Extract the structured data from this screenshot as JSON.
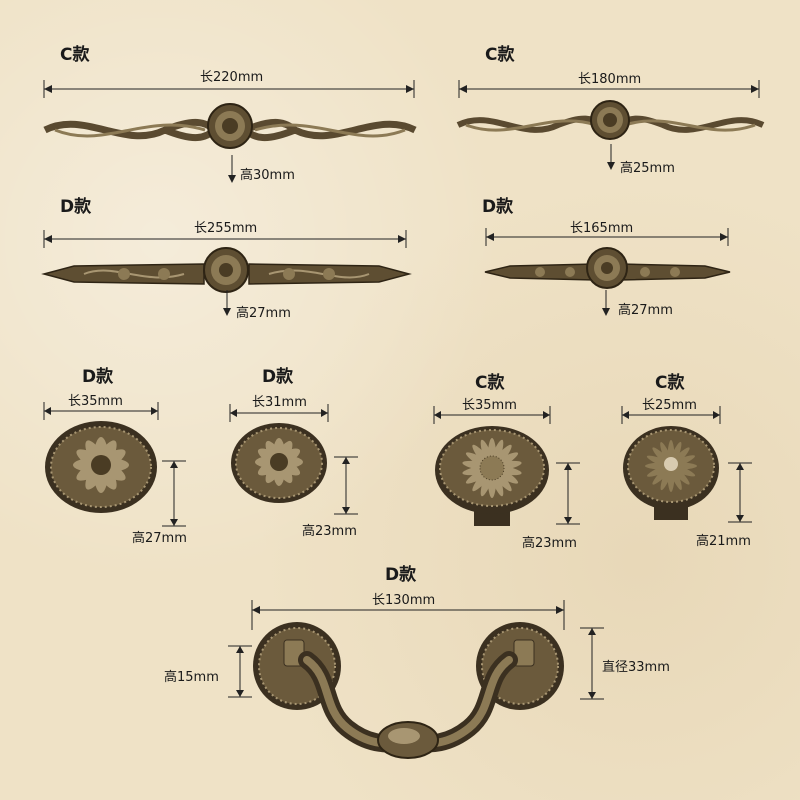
{
  "products": [
    {
      "id": "c220",
      "title": "C款",
      "length": "长220mm",
      "height": "高30mm"
    },
    {
      "id": "c180",
      "title": "C款",
      "length": "长180mm",
      "height": "高25mm"
    },
    {
      "id": "d255",
      "title": "D款",
      "length": "长255mm",
      "height": "高27mm"
    },
    {
      "id": "d165",
      "title": "D款",
      "length": "长165mm",
      "height": "高27mm"
    },
    {
      "id": "d35",
      "title": "D款",
      "length": "长35mm",
      "height": "高27mm"
    },
    {
      "id": "d31",
      "title": "D款",
      "length": "长31mm",
      "height": "高23mm"
    },
    {
      "id": "c35",
      "title": "C款",
      "length": "长35mm",
      "height": "高23mm"
    },
    {
      "id": "c25",
      "title": "C款",
      "length": "长25mm",
      "height": "高21mm"
    },
    {
      "id": "d130",
      "title": "D款",
      "length": "长130mm",
      "height": "高15mm",
      "diameter": "直径33mm"
    }
  ],
  "colors": {
    "metal_dark": "#3b3020",
    "metal_mid": "#6b5a3c",
    "metal_light": "#a89672",
    "line": "#222222"
  }
}
